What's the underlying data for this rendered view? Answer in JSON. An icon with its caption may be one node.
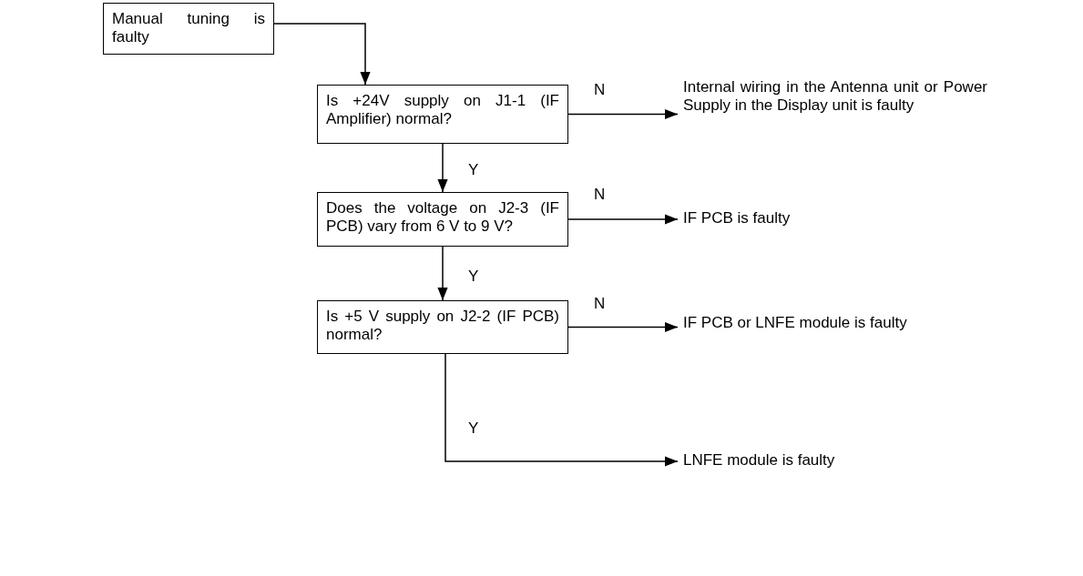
{
  "diagram": {
    "nodes": [
      {
        "text": [
          "Manual tuning is faulty"
        ]
      },
      {
        "text": [
          "Is +24V supply on J1-1 (IF Amplifier) normal?"
        ]
      },
      {
        "text": [
          "Internal wiring in the Antenna unit or Power Supply in the Display unit is faulty"
        ]
      },
      {
        "text": [
          "Does the voltage on J2-3 (IF PCB) vary from 6 V to 9 V?"
        ]
      },
      {
        "text": [
          "IF PCB is faulty"
        ]
      },
      {
        "text": [
          "Is +5 V supply on J2-2 (IF PCB) normal?"
        ]
      },
      {
        "text": [
          "IF PCB or LNFE module is faulty"
        ]
      },
      {
        "text": [
          "LNFE module is faulty"
        ]
      }
    ],
    "edges": [
      {
        "from": 0,
        "to": 1,
        "arrow": "to"
      },
      {
        "from": 1,
        "to": 2,
        "arrow": "to",
        "label": "N"
      },
      {
        "from": 1,
        "to": 3,
        "arrow": "to",
        "label": "Y"
      },
      {
        "from": 3,
        "to": 4,
        "arrow": "to",
        "label": "N"
      },
      {
        "from": 3,
        "to": 5,
        "arrow": "to",
        "label": "Y"
      },
      {
        "from": 5,
        "to": 6,
        "arrow": "to",
        "label": "N"
      },
      {
        "from": 5,
        "to": 7,
        "arrow": "to",
        "label": "Y"
      }
    ]
  }
}
